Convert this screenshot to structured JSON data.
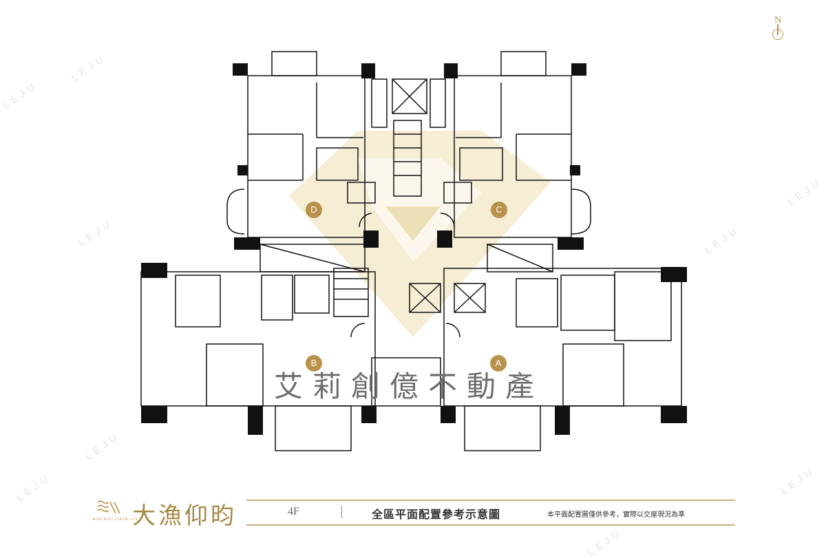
{
  "north": {
    "label": "N"
  },
  "units": [
    "A",
    "B",
    "C",
    "D"
  ],
  "overlay": {
    "text": "艾莉創億不動產"
  },
  "watermark": {
    "text": "LEJU"
  },
  "brand": {
    "name": "大漁仰昀",
    "tagline": "WIDE MIST LAKOW LIFE"
  },
  "footer": {
    "floor": "4F",
    "title": "全區平面配置參考示意圖",
    "note": "本平面配置圖僅供參考，實際以交屋現況為準"
  },
  "colors": {
    "gold": "#b8924a",
    "wall": "#111111",
    "diamond": "#f2e7c6"
  }
}
